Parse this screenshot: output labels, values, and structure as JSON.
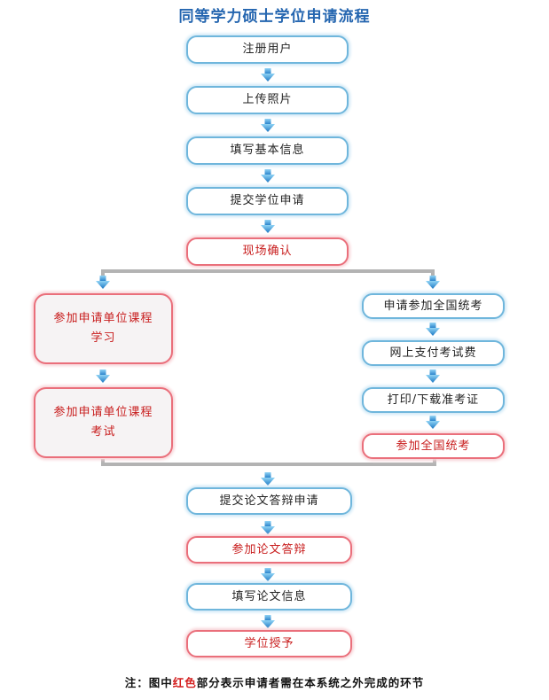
{
  "title": "同等学力硕士学位申请流程",
  "steps": {
    "register": "注册用户",
    "upload_photo": "上传照片",
    "fill_info": "填写基本信息",
    "submit_application": "提交学位申请",
    "onsite_confirm": "现场确认",
    "left_course_study": "参加申请单位课程学习",
    "left_course_exam": "参加申请单位课程考试",
    "right_apply_exam": "申请参加全国统考",
    "right_pay_fee": "网上支付考试费",
    "right_print_ticket": "打印/下载准考证",
    "right_take_exam": "参加全国统考",
    "submit_defense": "提交论文答辩申请",
    "attend_defense": "参加论文答辩",
    "fill_thesis_info": "填写论文信息",
    "degree_award": "学位授予"
  },
  "note": {
    "prefix": "注：图中",
    "highlight": "红色",
    "suffix": "部分表示申请者需在本系统之外完成的环节"
  },
  "colors": {
    "blue_border": "#6fb6dc",
    "red_border": "#ea6f7b",
    "red_text": "#c81d1d",
    "arrow": "#2f8fd0",
    "connector": "#b3b3b3"
  }
}
